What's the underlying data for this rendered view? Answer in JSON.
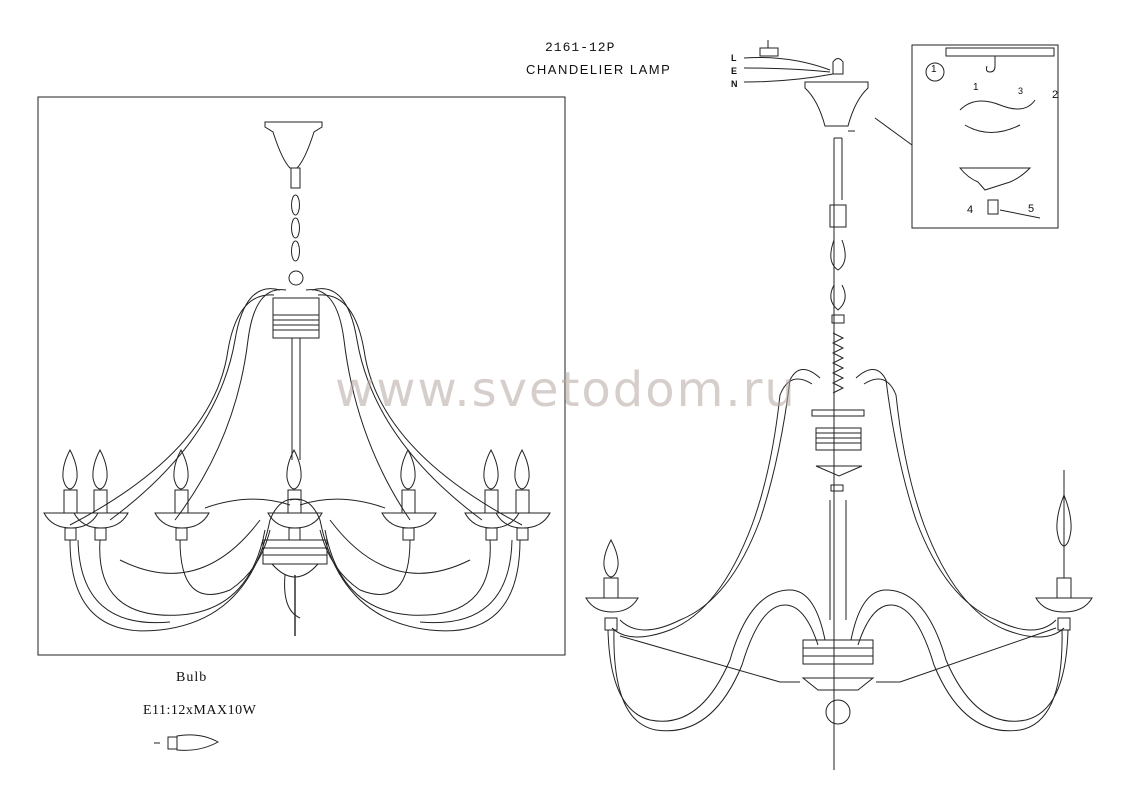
{
  "header": {
    "model_code": "2161-12P",
    "model_name": "CHANDELIER LAMP"
  },
  "watermark": "www.svetodom.ru",
  "bulb": {
    "label": "Bulb",
    "spec": "E11:12xMAX10W"
  },
  "wiring": {
    "letters": [
      "L",
      "E",
      "N"
    ]
  },
  "detail": {
    "callouts": [
      "1",
      "2",
      "3",
      "4",
      "5"
    ]
  }
}
